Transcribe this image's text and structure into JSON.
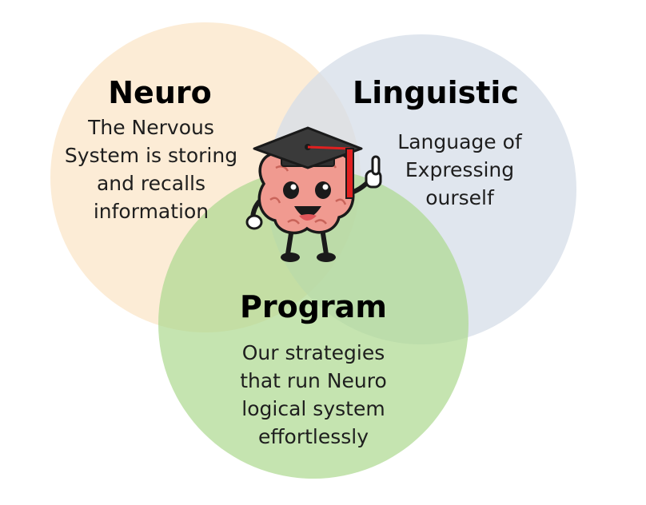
{
  "circles": [
    {
      "id": "neuro",
      "title": "Neuro",
      "lines": [
        "The Nervous",
        "System is storing",
        "and recalls",
        "information"
      ],
      "color": "#fbe6c8"
    },
    {
      "id": "linguistic",
      "title": "Linguistic",
      "lines": [
        "Language of",
        "Expressing",
        "ourself"
      ],
      "color": "#d6dde8"
    },
    {
      "id": "program",
      "title": "Program",
      "lines": [
        "Our strategies",
        "that run Neuro",
        "logical system",
        "effortlessly"
      ],
      "color": "#acd98f"
    }
  ],
  "mascot": {
    "icon": "graduate-brain-mascot-icon",
    "brain_color": "#f09a90",
    "cap_color": "#2f2f2f",
    "tassel_color": "#e02020"
  }
}
